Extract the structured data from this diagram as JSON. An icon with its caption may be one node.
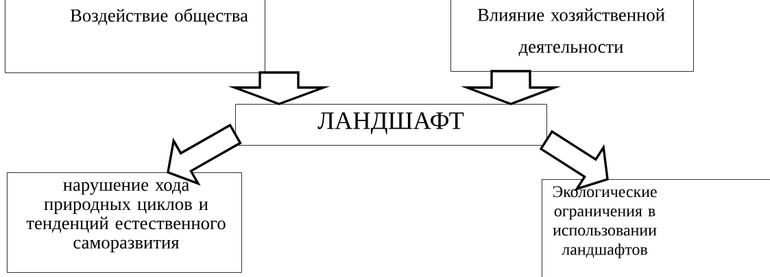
{
  "diagram": {
    "nodes": [
      {
        "text": [
          "Воздействие общества"
        ]
      },
      {
        "text": [
          "Влияние хозяйственной деятельности"
        ]
      },
      {
        "text": [
          "ЛАНДШАФТ"
        ]
      },
      {
        "text": [
          "нарушение хода природных циклов и тенденций естественного саморазвития"
        ]
      },
      {
        "text": [
          "Экологические ограничения в использовании ландшафтов"
        ]
      }
    ],
    "edges": [
      {
        "from": 0,
        "to": 2,
        "arrow": "to"
      },
      {
        "from": 1,
        "to": 2,
        "arrow": "to"
      },
      {
        "from": 2,
        "to": 3,
        "arrow": "to"
      },
      {
        "from": 2,
        "to": 4,
        "arrow": "to"
      }
    ]
  }
}
